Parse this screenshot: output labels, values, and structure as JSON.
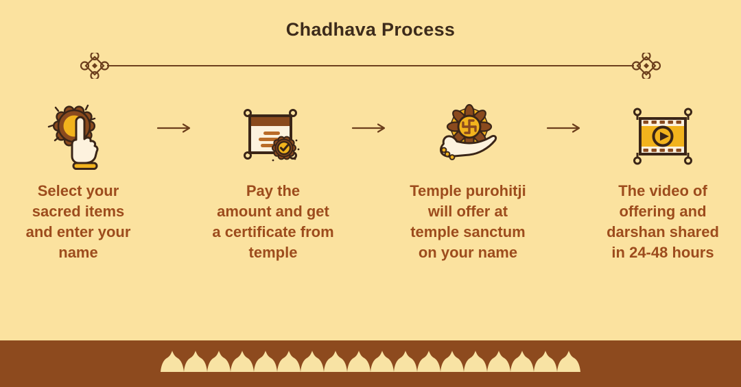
{
  "title": "Chadhava Process",
  "steps": [
    {
      "icon": "tap-select-icon",
      "caption_lines": [
        "Select your",
        "sacred items",
        "and enter your",
        "name"
      ]
    },
    {
      "icon": "certificate-icon",
      "caption_lines": [
        "Pay the",
        "amount and get",
        "a certificate from",
        "temple"
      ]
    },
    {
      "icon": "offering-palm-icon",
      "caption_lines": [
        "Temple purohitji",
        "will offer at",
        "temple sanctum",
        "on your name"
      ]
    },
    {
      "icon": "video-icon",
      "caption_lines": [
        "The video of",
        "offering and",
        "darshan shared",
        "in 24-48 hours"
      ]
    }
  ],
  "decorations": {
    "divider": "knot-ornament-rule",
    "between_steps": "right-arrow",
    "footer": "temple-dome-row"
  },
  "colors": {
    "background": "#FBE29F",
    "title_text": "#3D2B1B",
    "caption_text": "#9D4C1D",
    "divider": "#6B3E1C",
    "arrow": "#6B3E1C",
    "footer_bar": "#8D4A1E",
    "footer_pattern": "#F8E3A4",
    "icon_dark": "#3A2517",
    "icon_brown": "#8A4A1E",
    "icon_yellow": "#F2B31D",
    "icon_cream": "#FDF2DE",
    "cert_line": "#B96B28"
  }
}
